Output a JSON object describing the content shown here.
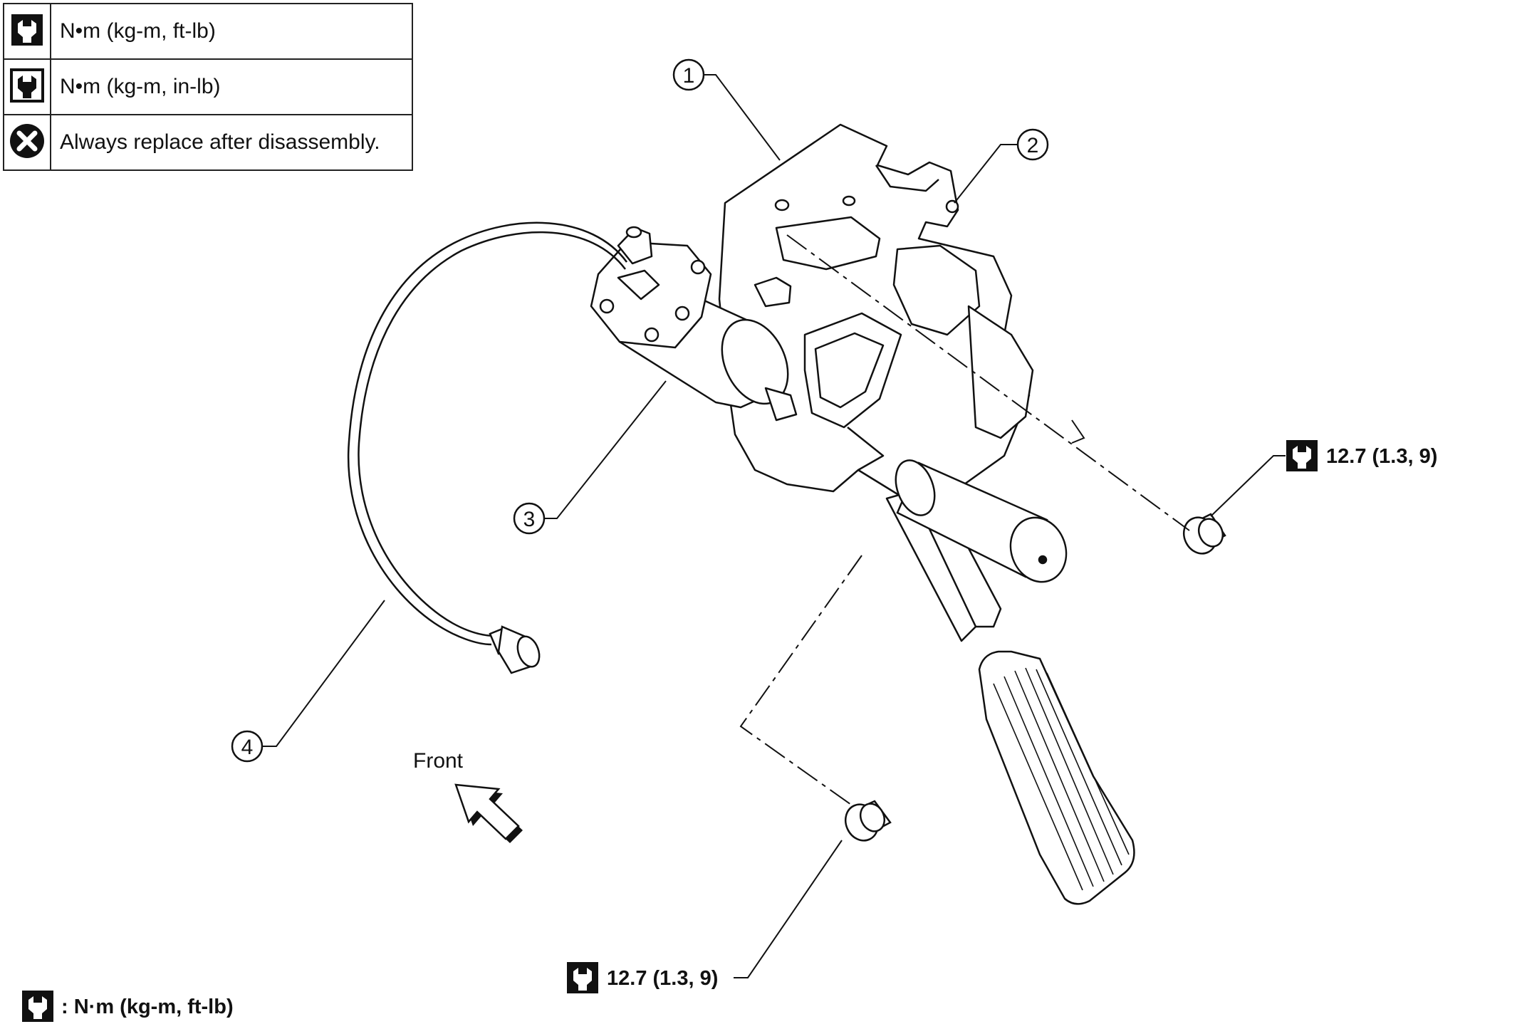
{
  "legend": {
    "rows": [
      {
        "icon": "torque-wrench-icon",
        "text": "N•m (kg-m, ft-lb)"
      },
      {
        "icon": "torque-wrench-inv-icon",
        "text": "N•m (kg-m, in-lb)"
      },
      {
        "icon": "replace-x-icon",
        "text": "Always replace after disassembly."
      }
    ]
  },
  "callouts": {
    "c1": "1",
    "c2": "2",
    "c3": "3",
    "c4": "4"
  },
  "torque": {
    "nut_right": "12.7 (1.3, 9)",
    "nut_bottom": "12.7 (1.3, 9)"
  },
  "front_label": "Front",
  "footer_legend": ": N·m (kg-m, ft-lb)",
  "colors": {
    "line": "#111111",
    "icon_fill": "#111111",
    "background": "#ffffff"
  }
}
